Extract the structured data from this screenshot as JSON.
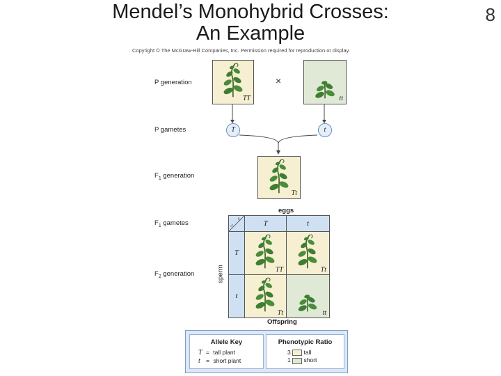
{
  "slide": {
    "title_line1": "Mendel’s Monohybrid Crosses:",
    "title_line2": "An Example",
    "page_number": "8",
    "copyright": "Copyright © The McGraw-Hill Companies, Inc. Permission required for reproduction or display."
  },
  "diagram": {
    "row_labels": {
      "p_generation": "P generation",
      "p_gametes": "P gametes",
      "f1_generation_pre": "F",
      "f1_generation_sub": "1",
      "f1_generation_post": " generation",
      "f1_gametes_pre": "F",
      "f1_gametes_sub": "1",
      "f1_gametes_post": " gametes",
      "f2_generation_pre": "F",
      "f2_generation_sub": "2",
      "f2_generation_post": " generation"
    },
    "cross_symbol": "×",
    "p_parent1_genotype": "TT",
    "p_parent2_genotype": "tt",
    "p_gamete1": "T",
    "p_gamete2": "t",
    "f1_genotype": "Tt",
    "eggs_label": "eggs",
    "sperm_label": "sperm",
    "female_symbol": "♀",
    "male_symbol": "♂",
    "egg_alleles": [
      "T",
      "t"
    ],
    "sperm_alleles": [
      "T",
      "t"
    ],
    "punnett": [
      "TT",
      "Tt",
      "Tt",
      "tt"
    ],
    "offspring_label": "Offspring",
    "plant_icon_name": "pea-plant-icon",
    "colors": {
      "dominant_bg": "#f6efd2",
      "recessive_bg": "#dfe9d5",
      "header_bg": "#cfe0f3"
    }
  },
  "allele_key": {
    "title": "Allele Key",
    "rows": [
      {
        "symbol": "T",
        "eq": "=",
        "desc": "tall plant"
      },
      {
        "symbol": "t",
        "eq": "=",
        "desc": "short plant"
      }
    ]
  },
  "phenotypic_ratio": {
    "title": "Phenotypic Ratio",
    "rows": [
      {
        "count": "3",
        "label": "tall"
      },
      {
        "count": "1",
        "label": "short"
      }
    ]
  }
}
